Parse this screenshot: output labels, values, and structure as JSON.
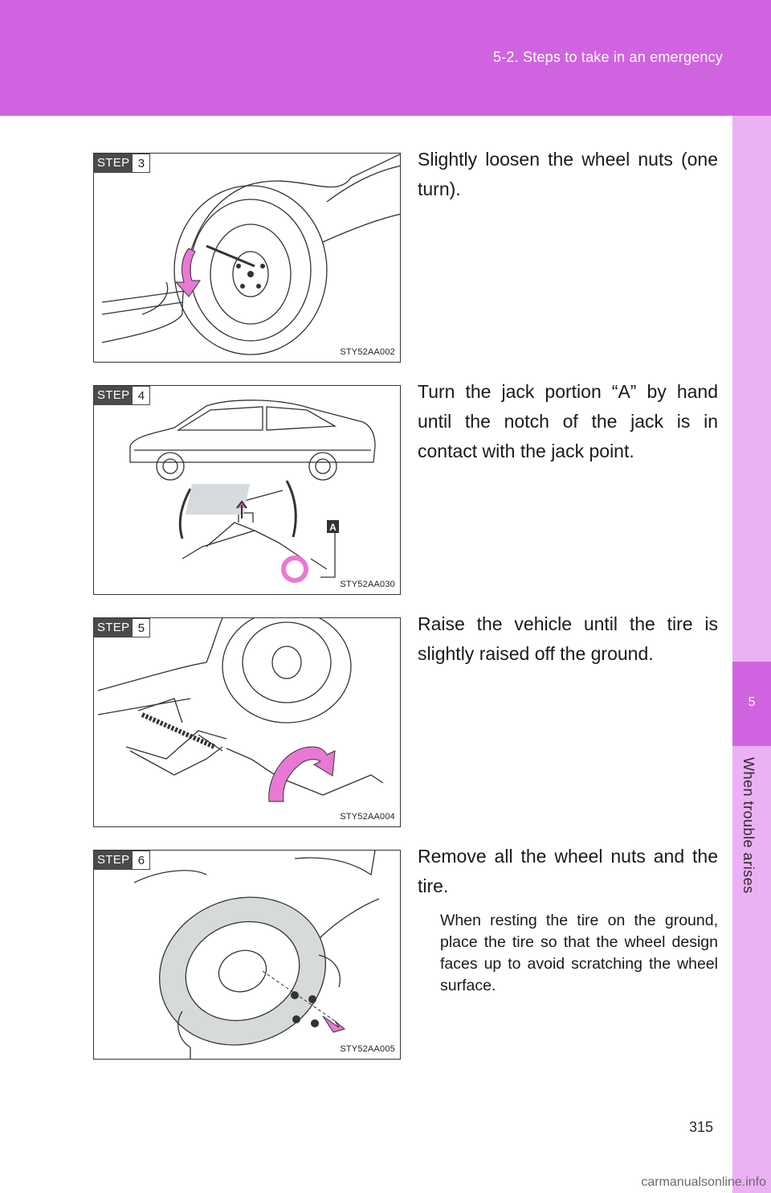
{
  "header": {
    "section_title": "5-2. Steps to take in an emergency"
  },
  "side_tab": {
    "chapter_number": "5",
    "chapter_label": "When trouble arises"
  },
  "steps": [
    {
      "badge": "STEP",
      "number": "3",
      "figure_code": "STY52AA002",
      "instruction": "Slightly loosen the wheel nuts (one turn)."
    },
    {
      "badge": "STEP",
      "number": "4",
      "figure_code": "STY52AA030",
      "callout": "A",
      "instruction": "Turn the jack portion “A” by hand until the notch of the jack is in contact with the jack point."
    },
    {
      "badge": "STEP",
      "number": "5",
      "figure_code": "STY52AA004",
      "instruction": "Raise the vehicle until the tire is slightly raised off the ground."
    },
    {
      "badge": "STEP",
      "number": "6",
      "figure_code": "STY52AA005",
      "instruction": "Remove all the wheel nuts and the tire.",
      "note": "When resting the tire on the ground, place the tire so that the wheel design faces up to avoid scratching the wheel surface."
    }
  ],
  "footer": {
    "page_number": "315",
    "watermark": "carmanualsonline.info"
  },
  "colors": {
    "header_magenta": "#d064e0",
    "side_tab_light": "#ecb0f4",
    "arrow_pink": "#e879d4"
  }
}
